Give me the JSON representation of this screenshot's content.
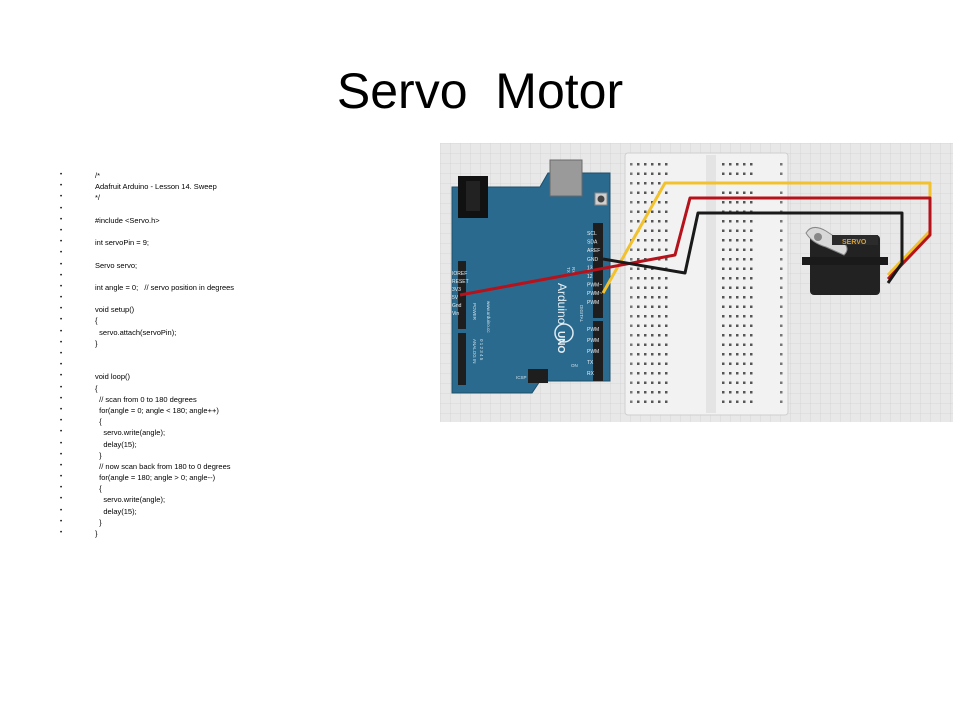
{
  "slide": {
    "title": "Servo  Motor",
    "code_lines": [
      "/*",
      "Adafruit Arduino - Lesson 14. Sweep",
      "*/",
      "",
      "#include <Servo.h>",
      "",
      "int servoPin = 9;",
      "",
      "Servo servo;",
      "",
      "int angle = 0;   // servo position in degrees",
      "",
      "void setup()",
      "{",
      "  servo.attach(servoPin);",
      "}",
      "",
      "",
      "void loop()",
      "{",
      "  // scan from 0 to 180 degrees",
      "  for(angle = 0; angle < 180; angle++)",
      "  {",
      "    servo.write(angle);",
      "    delay(15);",
      "  }",
      "  // now scan back from 180 to 0 degrees",
      "  for(angle = 180; angle > 0; angle--)",
      "  {",
      "    servo.write(angle);",
      "    delay(15);",
      "  }",
      "}"
    ]
  },
  "diagram": {
    "board_name": "Arduino",
    "board_model": "UNO",
    "board_site": "www.arduino.cc",
    "servo_label": "SERVO",
    "left_header": [
      "IOREF",
      "RESET",
      "3V3",
      "5V",
      "Gnd",
      "Vin"
    ],
    "power_label": "POWER",
    "analog_label": "ANALOG IN",
    "analog_pins": "0 1 2 3 4 5",
    "right_top_pins": [
      "SCL",
      "SDA",
      "AREF",
      "GND",
      "13",
      "12",
      "PWM~",
      "PWM~",
      "PWM"
    ],
    "right_bottom_pins": [
      "PWM",
      "PWM",
      "PWM",
      "TX",
      "RX"
    ],
    "digital_label": "DIGITAL",
    "tx_led": "TX",
    "rx_led": "RX",
    "on_led": "ON",
    "icsp_label": "ICSP",
    "colors": {
      "board": "#2a6a8e",
      "wire_yellow": "#f2c12e",
      "wire_red": "#b5121b",
      "wire_black": "#1a1a1a"
    }
  }
}
